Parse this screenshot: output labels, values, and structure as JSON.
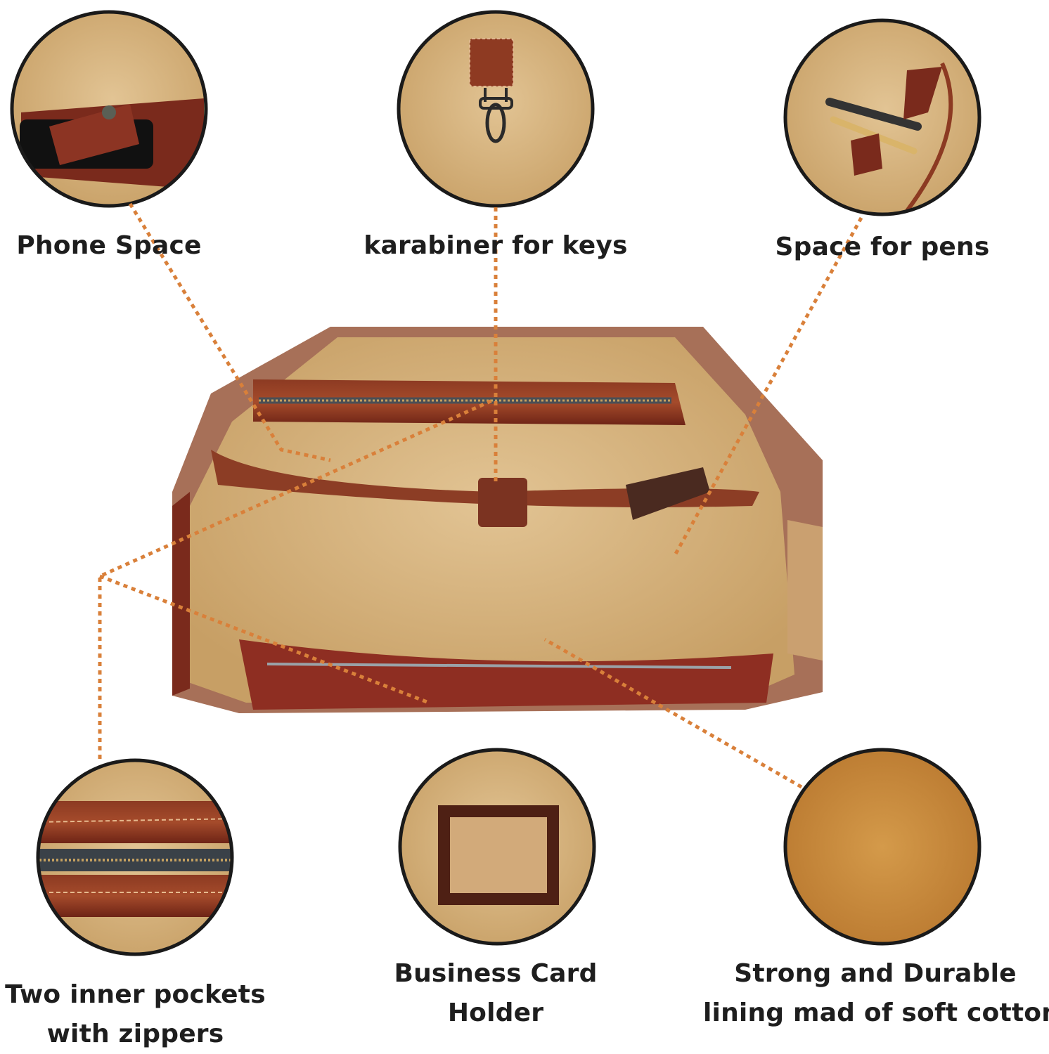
{
  "features": {
    "phone_space": "Phone Space",
    "karabiner": "karabiner for keys",
    "pens": "Space for pens",
    "pockets_line1": "Two inner pockets",
    "pockets_line2": "with zippers",
    "card_line1": "Business Card",
    "card_line2": "Holder",
    "lining_line1": "Strong and Durable",
    "lining_line2": "lining mad of soft cotton"
  },
  "colors": {
    "leader_line": "#d9803a",
    "circle_border": "#1a1a1a",
    "leather": "#7a2a1c",
    "lining": "#d8b783",
    "caption_text": "#1e1e1e"
  }
}
